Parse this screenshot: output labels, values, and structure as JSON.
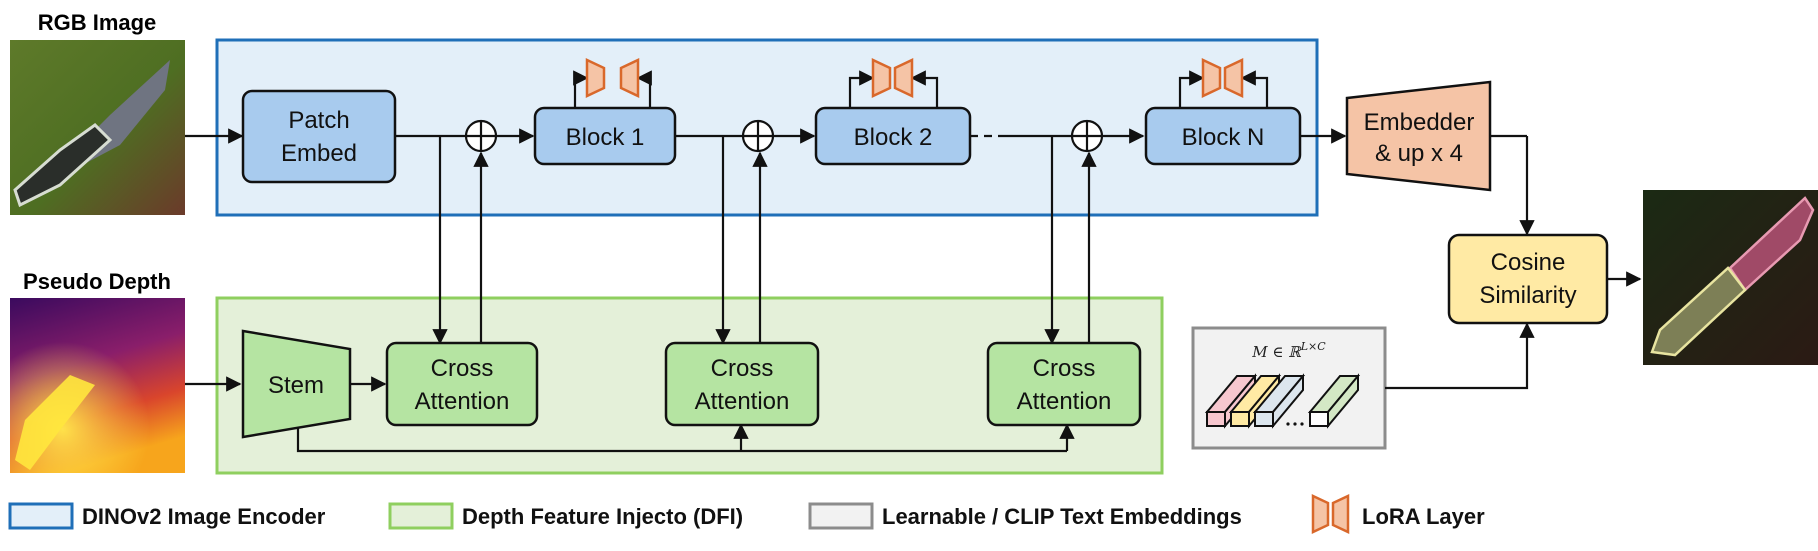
{
  "inputs": {
    "rgb_label": "RGB Image",
    "depth_label": "Pseudo Depth"
  },
  "encoder": {
    "patch_embed_line1": "Patch",
    "patch_embed_line2": "Embed",
    "blocks": [
      "Block 1",
      "Block 2",
      "Block N"
    ]
  },
  "dfi": {
    "stem_label": "Stem",
    "cross_attention_line1": "Cross",
    "cross_attention_line2": "Attention"
  },
  "head": {
    "embedder_line1": "Embedder",
    "embedder_line2": "& up x 4",
    "cosine_line1": "Cosine",
    "cosine_line2": "Similarity",
    "text_embedding_formula": "M ∈ ℝ^{L×C}"
  },
  "legend": [
    {
      "label": "DINOv2 Image Encoder",
      "color": "#1f6fb8",
      "fill": "#e3eff9"
    },
    {
      "label": "Depth Feature Injecto (DFI)",
      "color": "#8fcf5f",
      "fill": "#e4f0d9"
    },
    {
      "label": "Learnable / CLIP Text Embeddings",
      "color": "#8c8c8c",
      "fill": "#f2f2f2"
    },
    {
      "label": "LoRA Layer",
      "color": "#d9682b",
      "fill": "#f5c4a6"
    }
  ],
  "colors": {
    "encoder_block": "#a8cbee",
    "dfi_block": "#b5e4a2",
    "embedder": "#f5c4a6",
    "cosine": "#ffeaa4",
    "lora": "#d9682b"
  }
}
